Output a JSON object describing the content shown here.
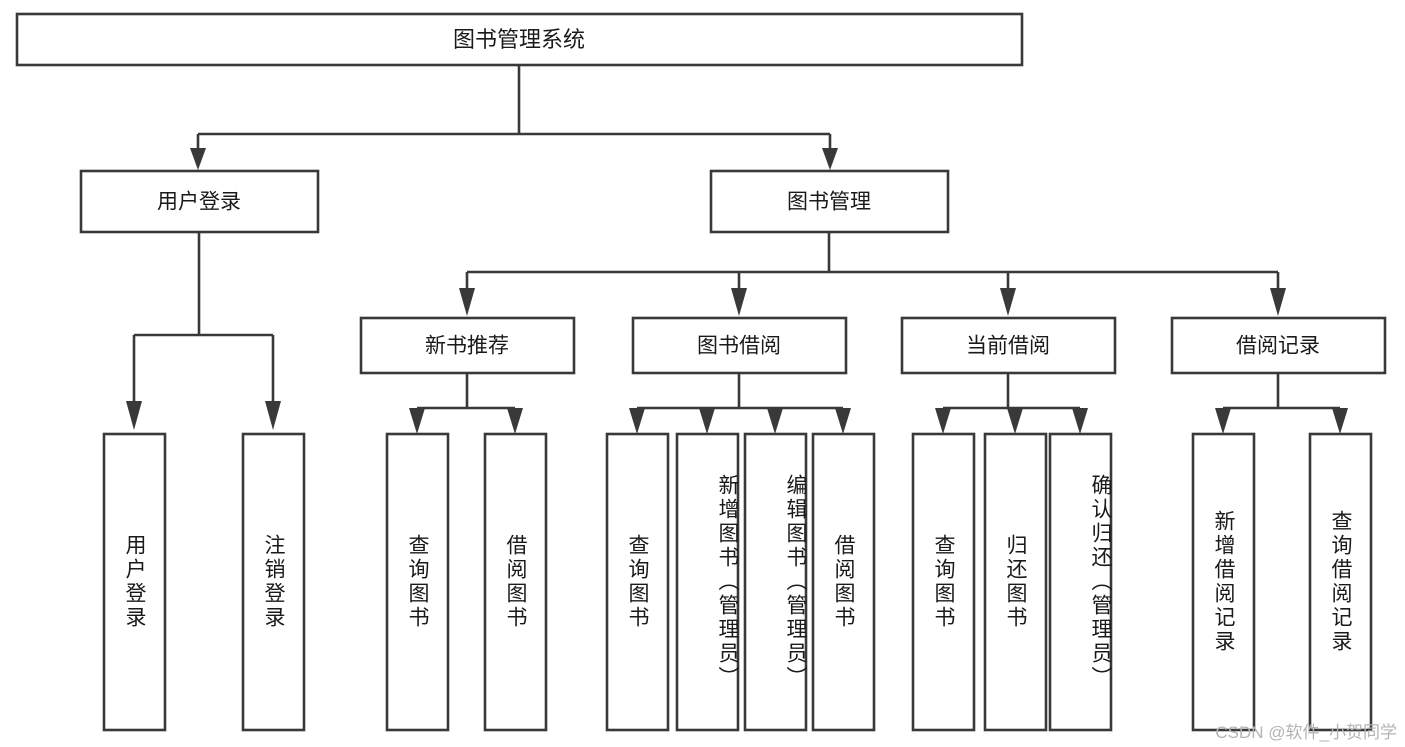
{
  "diagram": {
    "type": "tree-hierarchy",
    "title": "图书管理系统",
    "background_color": "#ffffff",
    "line_color": "#393939",
    "text_color": "#1a1a1a",
    "root": {
      "label": "图书管理系统"
    },
    "level2": [
      {
        "label": "用户登录"
      },
      {
        "label": "图书管理"
      }
    ],
    "level3": [
      {
        "label": "新书推荐"
      },
      {
        "label": "图书借阅"
      },
      {
        "label": "当前借阅"
      },
      {
        "label": "借阅记录"
      }
    ],
    "leaves": {
      "user_login": [
        {
          "label": "用户登录"
        },
        {
          "label": "注销登录"
        }
      ],
      "new_book_recommend": [
        {
          "label": "查询图书"
        },
        {
          "label": "借阅图书"
        }
      ],
      "book_borrow": [
        {
          "label": "查询图书"
        },
        {
          "label": "新增图书（管理员）"
        },
        {
          "label": "编辑图书（管理员）"
        },
        {
          "label": "借阅图书"
        }
      ],
      "current_borrow": [
        {
          "label": "查询图书"
        },
        {
          "label": "归还图书"
        },
        {
          "label": "确认归还（管理员）"
        }
      ],
      "borrow_record": [
        {
          "label": "新增借阅记录"
        },
        {
          "label": "查询借阅记录"
        }
      ]
    }
  },
  "watermark": {
    "text": "CSDN @软件_小贺同学"
  }
}
